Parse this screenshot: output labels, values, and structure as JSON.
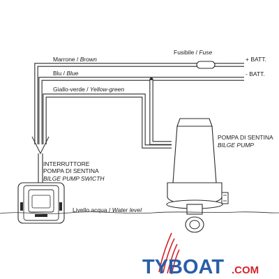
{
  "wires": {
    "brown": {
      "it": "Marrone",
      "en": "Brown"
    },
    "blue": {
      "it": "Blu",
      "en": "Blue"
    },
    "yellow_green": {
      "it": "Giallo-verde",
      "en": "Yellow-green"
    }
  },
  "fuse": {
    "it": "Fusibile",
    "en": "Fuse"
  },
  "battery": {
    "positive": "+ BATT.",
    "negative": "- BATT."
  },
  "pump": {
    "line1": "POMPA DI SENTINA",
    "line2": "BILGE PUMP"
  },
  "switch": {
    "line1": "INTERRUTTORE",
    "line2": "POMPA DI SENTINA",
    "line3": "BILGE PUMP SWICTH"
  },
  "water_level": {
    "it": "Livello acqua",
    "en": "Water level"
  },
  "logo": {
    "text": "TYBOAT",
    "suffix": ".COM"
  },
  "colors": {
    "ink": "#2a2a2a",
    "logo_blue": "#2b5ea8",
    "logo_red": "#d8232a"
  }
}
